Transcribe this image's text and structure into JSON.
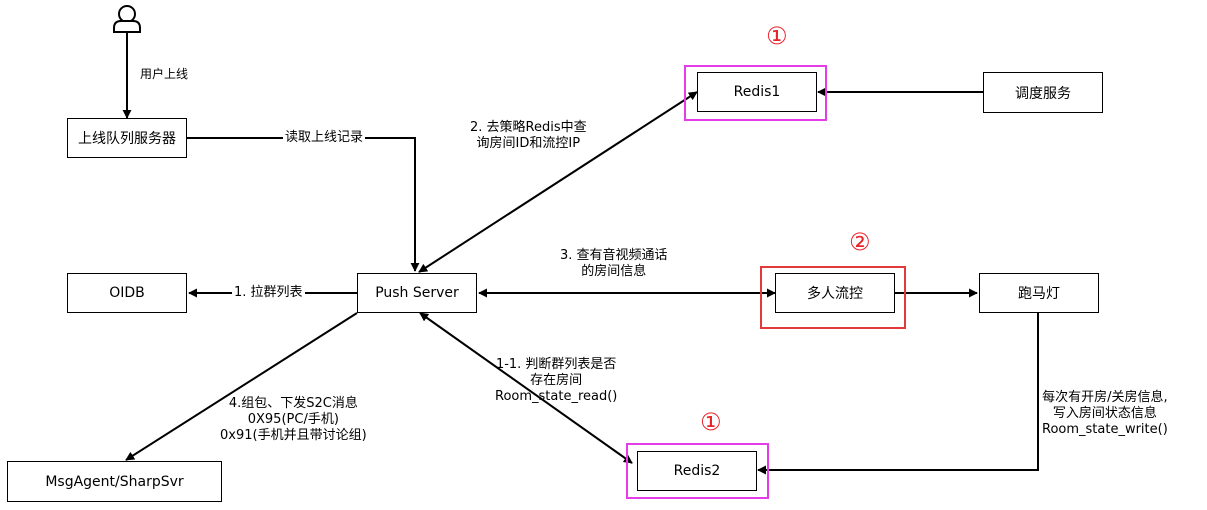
{
  "nodes": {
    "online_queue": "上线队列服务器",
    "oidb": "OIDB",
    "push_server": "Push Server",
    "msgagent": "MsgAgent/SharpSvr",
    "redis1": "Redis1",
    "scheduler": "调度服务",
    "multi_flow": "多人流控",
    "marquee": "跑马灯",
    "redis2": "Redis2"
  },
  "edges": {
    "user_online": "用户上线",
    "read_online_record": "读取上线记录",
    "strategy_redis": [
      "2. 去策略Redis中查",
      "询房间ID和流控IP"
    ],
    "query_room": [
      "3. 查有音视频通话",
      "的房间信息"
    ],
    "pull_group": "1. 拉群列表",
    "judge_group": [
      "1-1. 判断群列表是否",
      "存在房间",
      "Room_state_read()"
    ],
    "send_s2c": [
      "4.组包、下发S2C消息",
      "0X95(PC/手机)",
      "0x91(手机并且带讨论组)"
    ],
    "write_room_state": [
      "每次有开房/关房信息,",
      "写入房间状态信息",
      "Room_state_write()"
    ]
  },
  "markers": {
    "redis1_mark": "①",
    "multi_flow_mark": "②",
    "redis2_mark": "①"
  },
  "colors": {
    "magenta_highlight": "#e23de6",
    "red_highlight": "#e23a3a",
    "marker_red": "#e8242b"
  }
}
